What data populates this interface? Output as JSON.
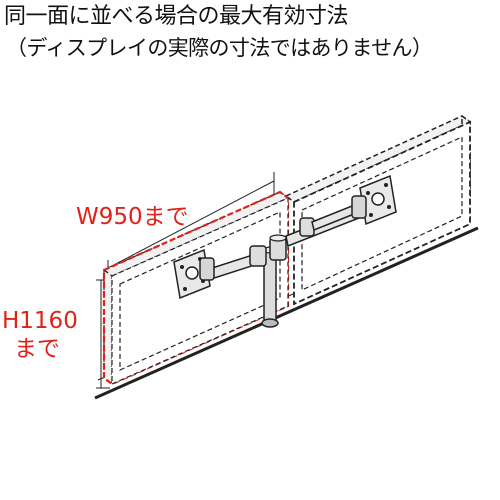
{
  "header": {
    "title": "同一面に並べる場合の最大有効寸法",
    "subtitle": "（ディスプレイの実際の寸法ではありません）"
  },
  "dimensions": {
    "width_label": "W950まで",
    "height_label_line1": "H1160",
    "height_label_line2": "まで"
  },
  "colors": {
    "accent_red": "#e0221b",
    "line": "#222222",
    "fill": "#f2f2f2"
  }
}
